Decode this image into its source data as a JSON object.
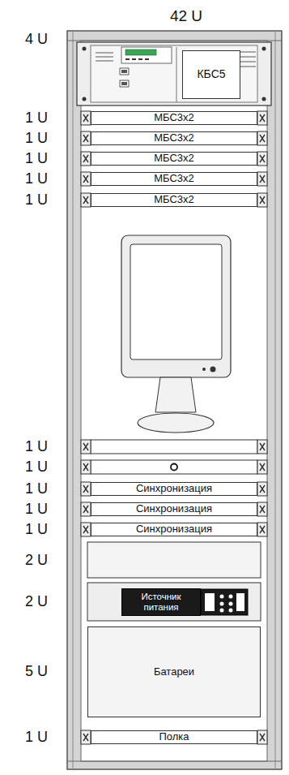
{
  "diagram": {
    "title": "42 U",
    "nodes": [
      {
        "text": [
          "КБС5"
        ]
      },
      {
        "text": [
          "МБС3х2"
        ]
      },
      {
        "text": [
          "МБС3х2"
        ]
      },
      {
        "text": [
          "МБС3х2"
        ]
      },
      {
        "text": [
          "МБС3х2"
        ]
      },
      {
        "text": [
          "МБС3х2"
        ]
      },
      {
        "text": [
          "Синхронизация"
        ]
      },
      {
        "text": [
          "Синхронизация"
        ]
      },
      {
        "text": [
          "Синхронизация"
        ]
      },
      {
        "text": [
          "Источник питания"
        ]
      },
      {
        "text": [
          "Батареи"
        ]
      },
      {
        "text": [
          "Полка"
        ]
      }
    ],
    "labels": [
      "4 U",
      "1 U",
      "1 U",
      "1 U",
      "1 U",
      "1 U",
      "1 U",
      "1 U",
      "1 U",
      "1 U",
      "1 U",
      "2 U",
      "2 U",
      "5 U",
      "1 U"
    ]
  }
}
